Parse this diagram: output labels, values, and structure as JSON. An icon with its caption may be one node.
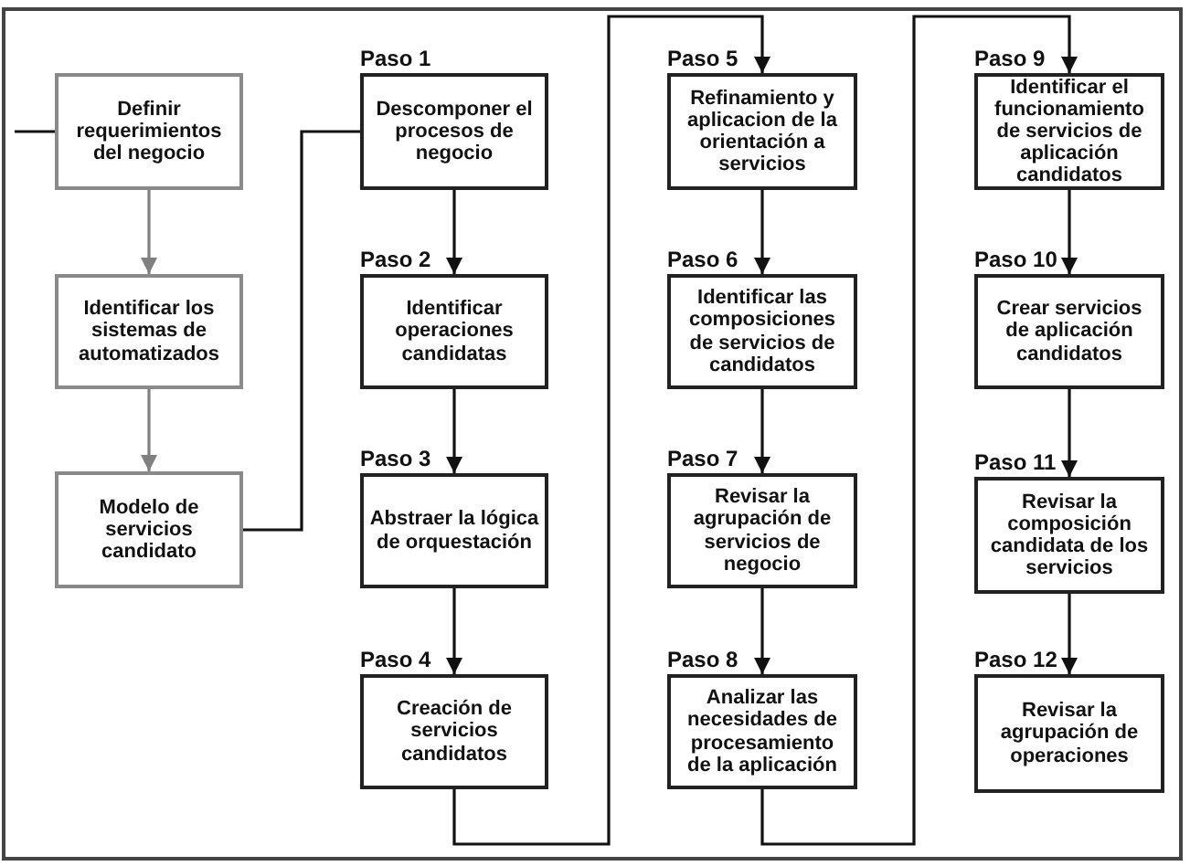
{
  "diagram": {
    "nodes": [
      {
        "text": [
          "Definir requerimientos del negocio"
        ]
      },
      {
        "text": [
          "Identificar los sistemas de automatizados"
        ]
      },
      {
        "text": [
          "Modelo de servicios candidato"
        ]
      },
      {
        "text": [
          "Paso 1",
          "Descomponer el procesos de negocio"
        ]
      },
      {
        "text": [
          "Paso 2",
          "Identificar operaciones candidatas"
        ]
      },
      {
        "text": [
          "Paso 3",
          "Abstraer la lógica de orquestación"
        ]
      },
      {
        "text": [
          "Paso 4",
          "Creación de servicios candidatos"
        ]
      },
      {
        "text": [
          "Paso 5",
          "Refinamiento y aplicacion de la orientación a servicios"
        ]
      },
      {
        "text": [
          "Paso 6",
          "Identificar las composiciones de servicios de candidatos"
        ]
      },
      {
        "text": [
          "Paso 7",
          "Revisar la agrupación de servicios de negocio"
        ]
      },
      {
        "text": [
          "Paso 8",
          "Analizar las necesidades de procesamiento de la aplicación"
        ]
      },
      {
        "text": [
          "Paso 9",
          "Identificar el funcionamiento de servicios de aplicación candidatos"
        ]
      },
      {
        "text": [
          "Paso 10",
          "Crear servicios de aplicación candidatos"
        ]
      },
      {
        "text": [
          "Paso 11",
          "Revisar la composición candidata de los servicios"
        ]
      },
      {
        "text": [
          "Paso 12",
          "Revisar la agrupación de operaciones"
        ]
      }
    ],
    "edges": [
      {
        "from": null,
        "to": 0,
        "arrow": "none"
      },
      {
        "from": 0,
        "to": 1,
        "arrow": "to",
        "color": "#808080"
      },
      {
        "from": 1,
        "to": 2,
        "arrow": "to",
        "color": "#808080"
      },
      {
        "from": 2,
        "to": 3,
        "arrow": "none"
      },
      {
        "from": 3,
        "to": 4,
        "arrow": "to"
      },
      {
        "from": 4,
        "to": 5,
        "arrow": "to"
      },
      {
        "from": 5,
        "to": 6,
        "arrow": "to"
      },
      {
        "from": 6,
        "to": 7,
        "arrow": "to"
      },
      {
        "from": 7,
        "to": 8,
        "arrow": "to"
      },
      {
        "from": 8,
        "to": 9,
        "arrow": "to"
      },
      {
        "from": 9,
        "to": 10,
        "arrow": "to"
      },
      {
        "from": 10,
        "to": 11,
        "arrow": "to"
      },
      {
        "from": 11,
        "to": 12,
        "arrow": "to"
      },
      {
        "from": 12,
        "to": 13,
        "arrow": "to"
      },
      {
        "from": 13,
        "to": 14,
        "arrow": "to"
      }
    ]
  }
}
